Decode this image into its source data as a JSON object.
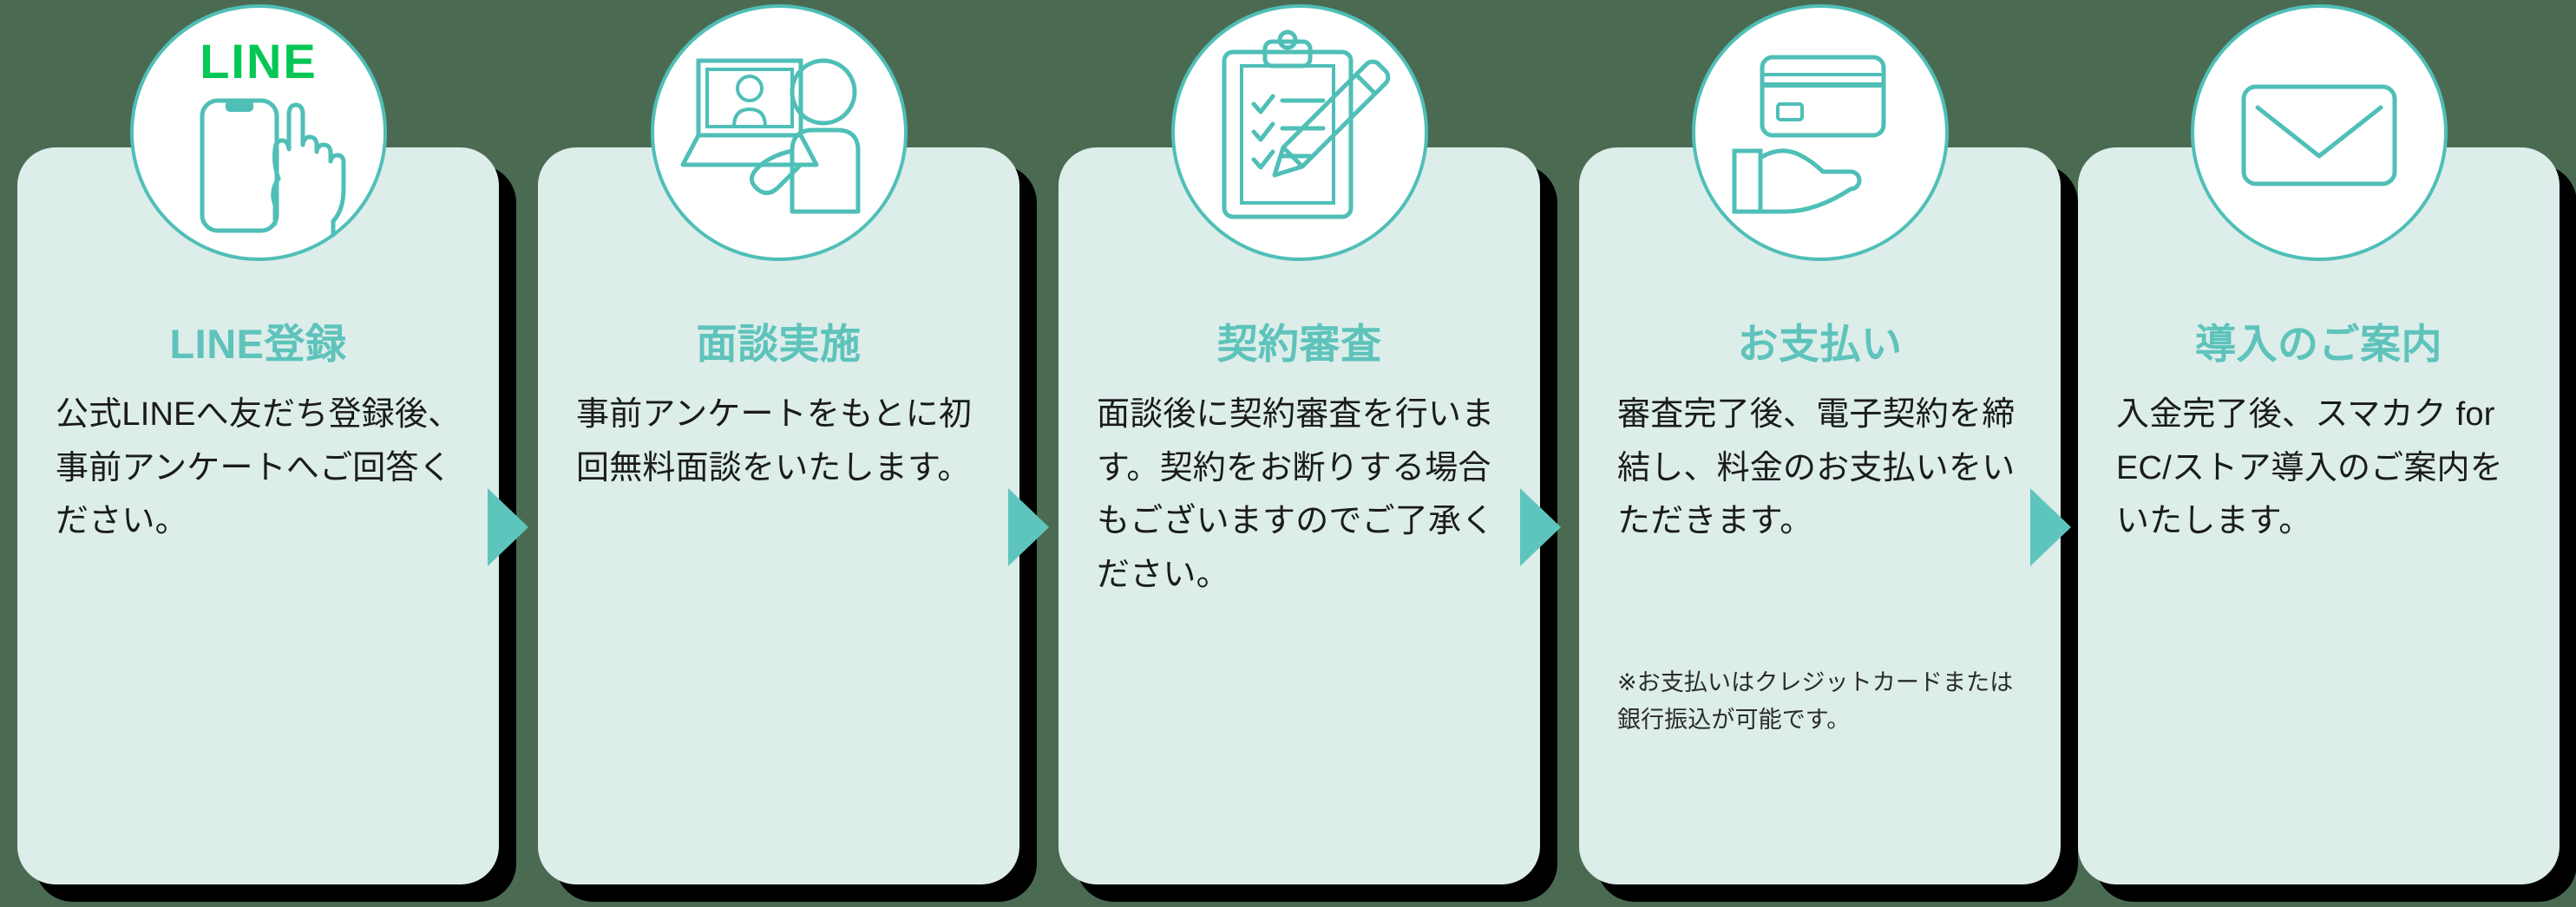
{
  "theme": {
    "page_background": "#4a6b52",
    "card_background": "#dcedea",
    "card_shadow": "#000000",
    "accent_teal": "#4fbfb7",
    "title_teal": "#5ec3bb",
    "arrow_teal": "#5ec5bd",
    "line_green": "#06c755",
    "body_text": "#1b1b1b"
  },
  "flow": {
    "steps": [
      {
        "id": "step-1",
        "icon": "line-phone-tap-icon",
        "icon_wordmark": "LINE",
        "title": "LINE登録",
        "body": "公式LINEへ友だち登録後、事前アンケートへご回答ください。",
        "note": ""
      },
      {
        "id": "step-2",
        "icon": "video-interview-icon",
        "icon_wordmark": "",
        "title": "面談実施",
        "body": "事前アンケートをもとに初回無料面談をいたします。",
        "note": ""
      },
      {
        "id": "step-3",
        "icon": "clipboard-checklist-pencil-icon",
        "icon_wordmark": "",
        "title": "契約審査",
        "body": "面談後に契約審査を行います。契約をお断りする場合もございますのでご了承ください。",
        "note": ""
      },
      {
        "id": "step-4",
        "icon": "credit-card-hand-icon",
        "icon_wordmark": "",
        "title": "お支払い",
        "body": "審査完了後、電子契約を締結し、料金のお支払いをいただきます。",
        "note": "※お支払いはクレジットカードまたは銀行振込が可能です。"
      },
      {
        "id": "step-5",
        "icon": "envelope-mail-icon",
        "icon_wordmark": "",
        "title": "導入のご案内",
        "body": "入金完了後、スマカク for EC/ストア導入のご案内をいたします。",
        "note": ""
      }
    ],
    "connectors": [
      {
        "id": "arrow-1-2",
        "icon": "triangle-right-icon"
      },
      {
        "id": "arrow-2-3",
        "icon": "triangle-right-icon"
      },
      {
        "id": "arrow-3-4",
        "icon": "triangle-right-icon"
      },
      {
        "id": "arrow-4-5",
        "icon": "triangle-right-icon"
      }
    ]
  }
}
